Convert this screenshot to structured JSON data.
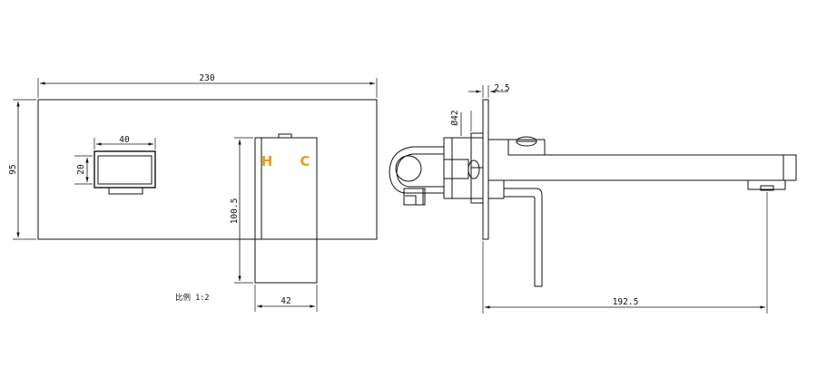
{
  "dimensions": {
    "plate_width": "230",
    "plate_height": "95",
    "outlet_width": "40",
    "outlet_height": "20",
    "handle_height": "100.5",
    "handle_width": "42",
    "plate_thickness": "2.5",
    "flange_diameter": "Ø42",
    "spout_reach": "192.5"
  },
  "labels": {
    "hot": "H",
    "cold": "C",
    "scale": "比例 1:2"
  },
  "colors": {
    "line": "#111111",
    "hot_cold_label": "#e0a020"
  }
}
